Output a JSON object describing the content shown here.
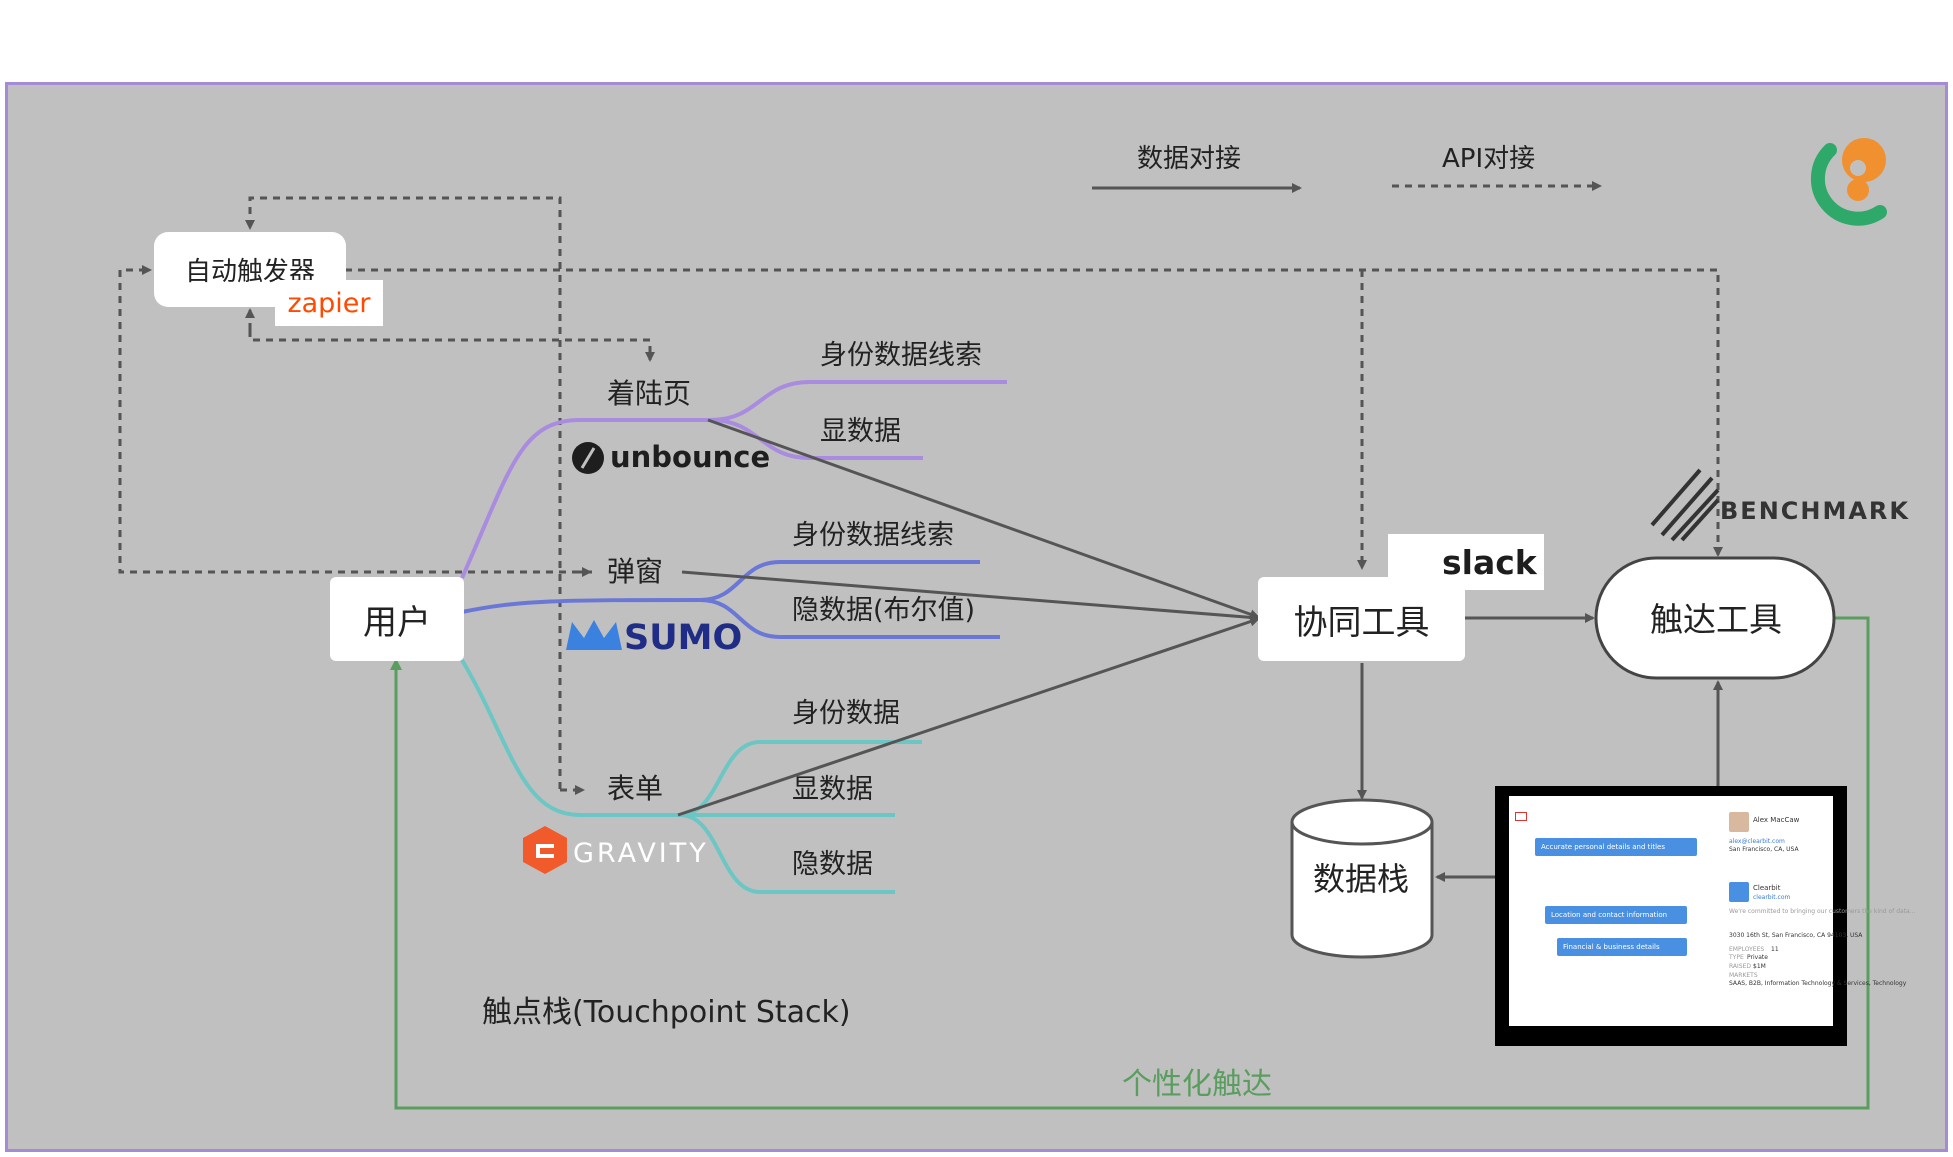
{
  "legend": {
    "data_label": "数据对接",
    "api_label": "API对接"
  },
  "nodes": {
    "trigger": "自动触发器",
    "user": "用户",
    "landing": "着陆页",
    "popup": "弹窗",
    "form": "表单",
    "collab": "协同工具",
    "reach": "触达工具",
    "datastack": "数据栈"
  },
  "branches": {
    "landing": [
      "身份数据线索",
      "显数据"
    ],
    "popup": [
      "身份数据线索",
      "隐数据(布尔值)"
    ],
    "form": [
      "身份数据",
      "显数据",
      "隐数据"
    ]
  },
  "logos": {
    "zapier": "zapier",
    "unbounce": "unbounce",
    "sumo": "SUMO",
    "gravity": "GRAVITY",
    "slack": "slack",
    "benchmark": "BENCHMARK"
  },
  "captions": {
    "stack": "触点栈(Touchpoint Stack)",
    "personalized": "个性化触达"
  },
  "profile_card": {
    "name": "Alex MacCaw",
    "email": "alex@clearbit.com",
    "location": "San Francisco, CA, USA",
    "company": "Clearbit",
    "domain": "clearbit.com",
    "blurb": "We're committed to bringing our customers the kind of data...",
    "address": "3030 16th St, San Francisco, CA 94103, USA",
    "employees_label": "EMPLOYEES",
    "employees": "11",
    "type_label": "TYPE",
    "type": "Private",
    "raised_label": "RAISED",
    "raised": "$1M",
    "markets_label": "MARKETS",
    "markets": "SAAS, B2B, Information Technology & Services, Technology",
    "pill_1": "Accurate personal details and titles",
    "pill_2": "Location and contact information",
    "pill_3": "Financial & business details"
  },
  "colors": {
    "panel_bg": "#c0c0c0",
    "panel_border": "#a58bd6",
    "purple_branch": "#a98be0",
    "blue_branch": "#6a77d6",
    "teal_branch": "#6cc7c4",
    "arrow": "#555555",
    "green_loop": "#5a9e5f",
    "zapier": "#ff4a00",
    "sumo": "#1f2d86",
    "gravity": "#f15a2b"
  }
}
